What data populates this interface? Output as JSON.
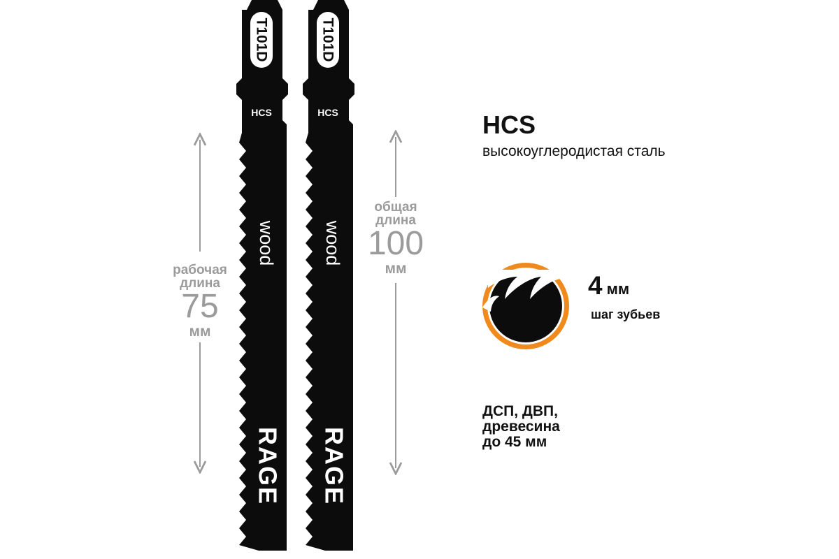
{
  "blade": {
    "model": "T101D",
    "steel_mark": "HCS",
    "application_mark": "wood",
    "brand": "RAGE"
  },
  "working_length": {
    "label_line1": "рабочая",
    "label_line2": "длина",
    "value": "75",
    "unit": "мм"
  },
  "total_length": {
    "label_line1": "общая",
    "label_line2": "длина",
    "value": "100",
    "unit": "мм"
  },
  "material": {
    "name": "HCS",
    "description": "высокоуглеродистая сталь"
  },
  "tooth_pitch": {
    "value": "4",
    "unit": "мм",
    "label": "шаг зубьев"
  },
  "applications": {
    "line1": "ДСП, ДВП,",
    "line2": "древесина",
    "line3": "до 45 мм"
  },
  "colors": {
    "blade": "#0c0c0c",
    "accent_ring": "#f08a1c",
    "dimension_gray": "#9b9b9b"
  }
}
